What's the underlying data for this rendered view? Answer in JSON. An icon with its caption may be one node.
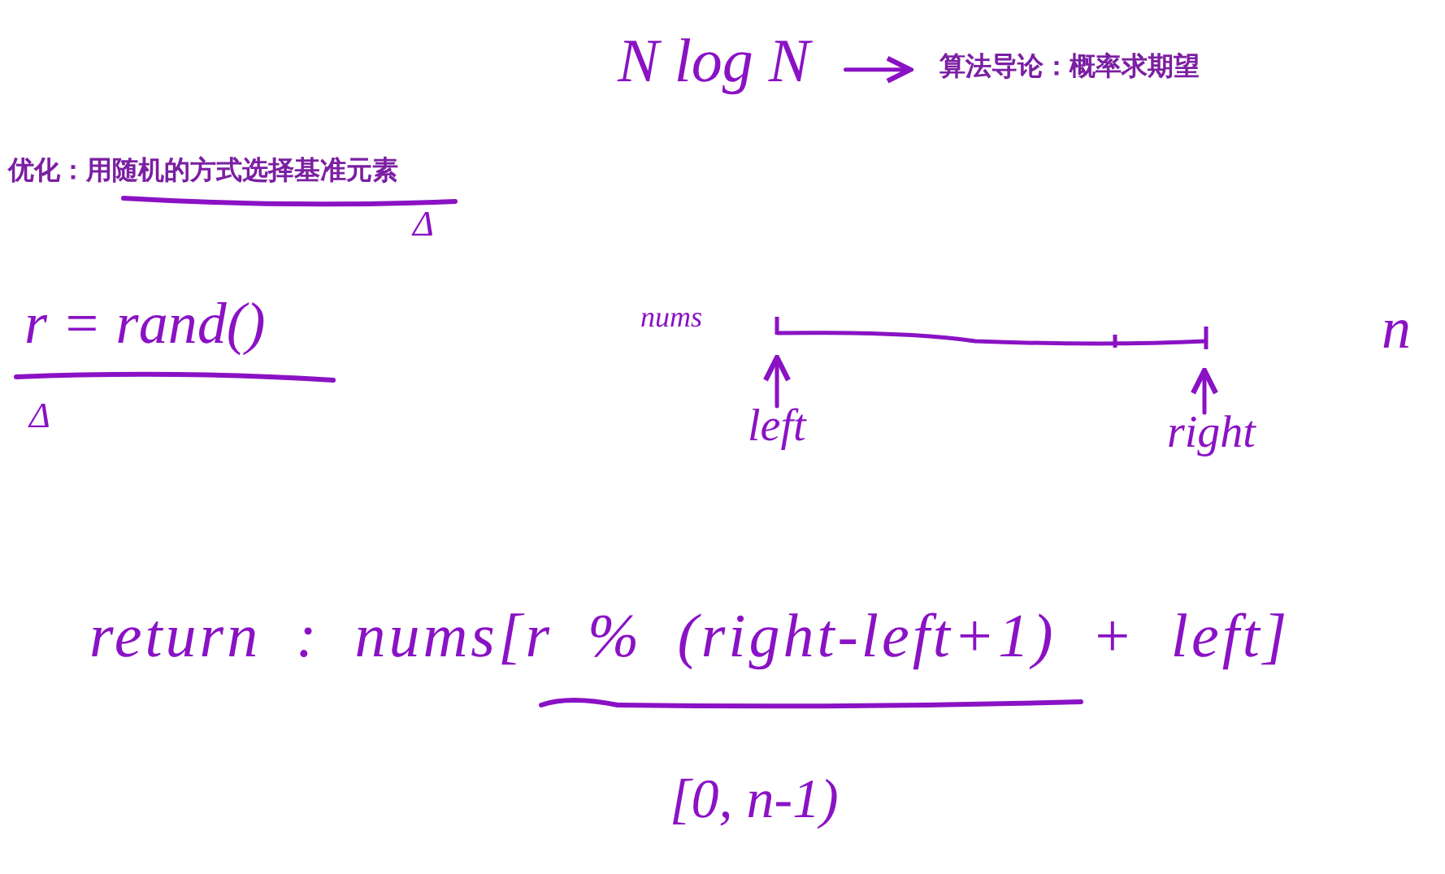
{
  "diagram": {
    "nodes": [
      {
        "text": [
          "N log N"
        ]
      },
      {
        "text": [
          "算法导论：概率求期望"
        ]
      },
      {
        "text": [
          "left"
        ]
      },
      {
        "text": [
          "right"
        ]
      }
    ],
    "edges": [
      {
        "from": 0,
        "to": 1,
        "arrow": "to"
      },
      {
        "from": 2,
        "to": null,
        "arrow": "to"
      },
      {
        "from": 3,
        "to": null,
        "arrow": "to"
      }
    ],
    "labels": [
      "优化：用随机的方式选择基准元素",
      "Δ",
      "r = rand()",
      "Δ",
      "nums",
      "n",
      "return : nums[r % (right-left+1) + left]",
      "[0, n-1)"
    ]
  }
}
